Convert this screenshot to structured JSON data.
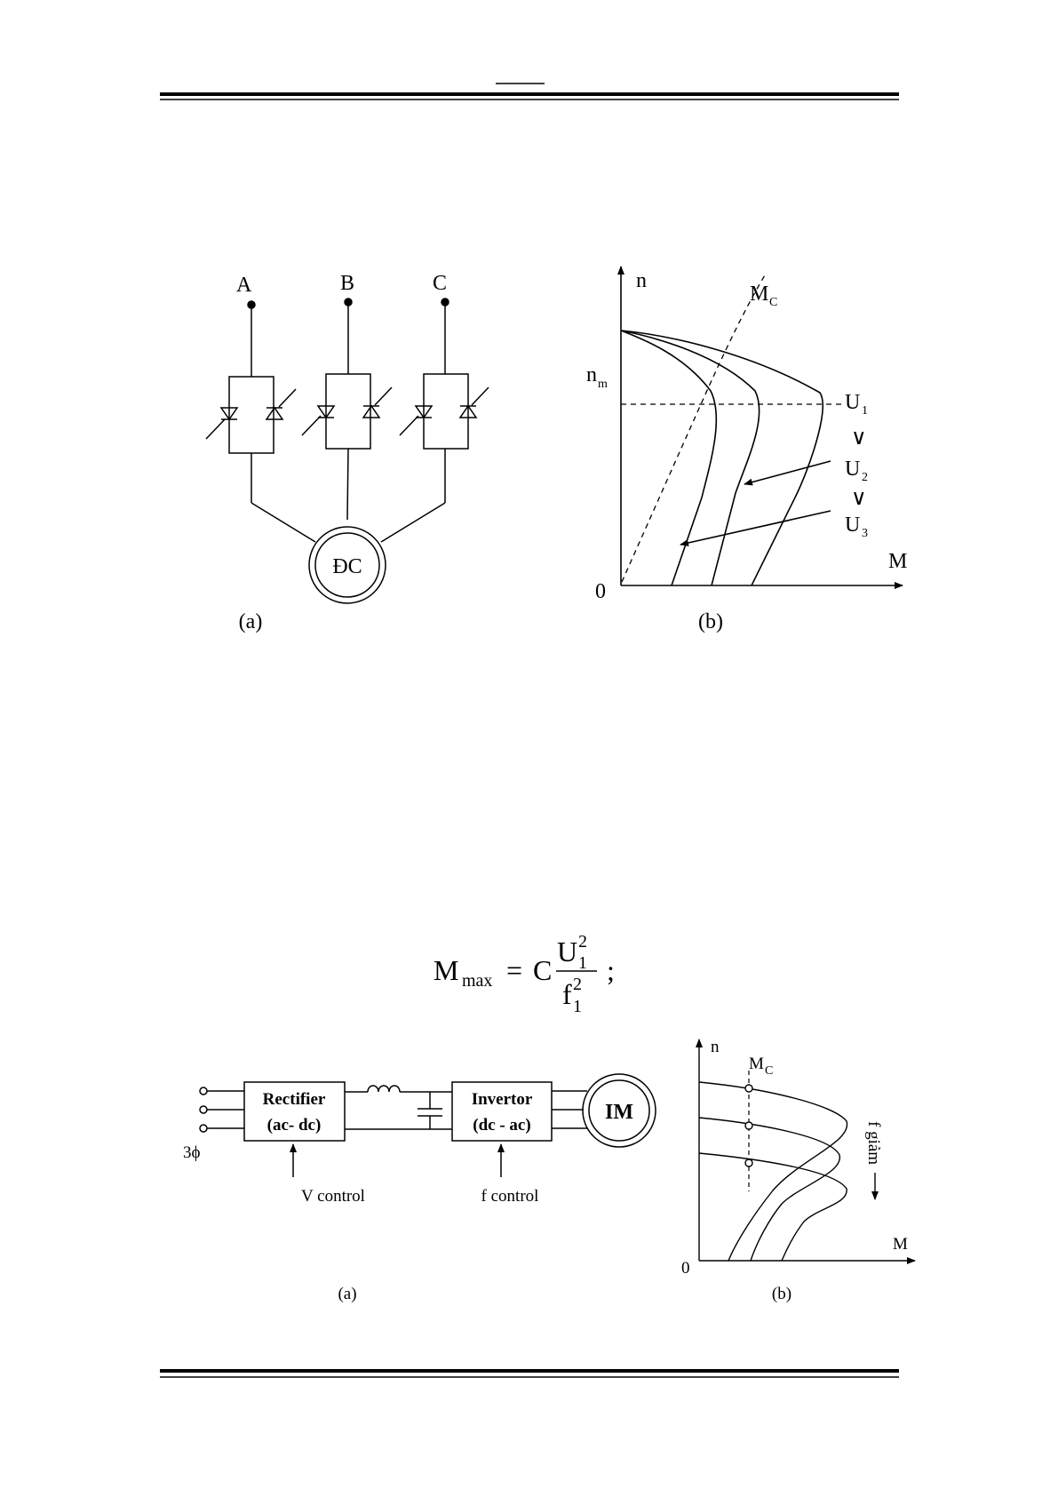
{
  "figure1": {
    "circuit": {
      "phase_a": "A",
      "phase_b": "B",
      "phase_c": "C",
      "motor_label": "ĐC",
      "caption": "(a)"
    },
    "graph": {
      "y_axis": "n",
      "x_axis": "M",
      "origin": "0",
      "nm_base": "n",
      "nm_sub": "m",
      "mc_base": "M",
      "mc_sub": "C",
      "u1_base": "U",
      "u1_sub": "1",
      "u2_base": "U",
      "u2_sub": "2",
      "u3_base": "U",
      "u3_sub": "3",
      "ordering_symbol": "∨",
      "caption": "(b)"
    }
  },
  "equation": {
    "lhs_base": "M",
    "lhs_sub": "max",
    "equals": "=",
    "constant": "C",
    "num_base": "U",
    "num_sup": "2",
    "num_sub": "1",
    "den_base": "f",
    "den_sup": "2",
    "den_sub": "1",
    "terminator": ";"
  },
  "figure2": {
    "drive": {
      "rectifier_title": "Rectifier",
      "rectifier_sub": "(ac- dc)",
      "invertor_title": "Invertor",
      "invertor_sub": "(dc - ac)",
      "motor_label": "IM",
      "phase_label": "3ϕ",
      "v_control": "V control",
      "f_control": "f control",
      "caption": "(a)"
    },
    "graph": {
      "y_axis": "n",
      "x_axis": "M",
      "origin": "0",
      "mc_base": "M",
      "mc_sub": "C",
      "freq_note": "f giảm",
      "caption": "(b)"
    }
  }
}
